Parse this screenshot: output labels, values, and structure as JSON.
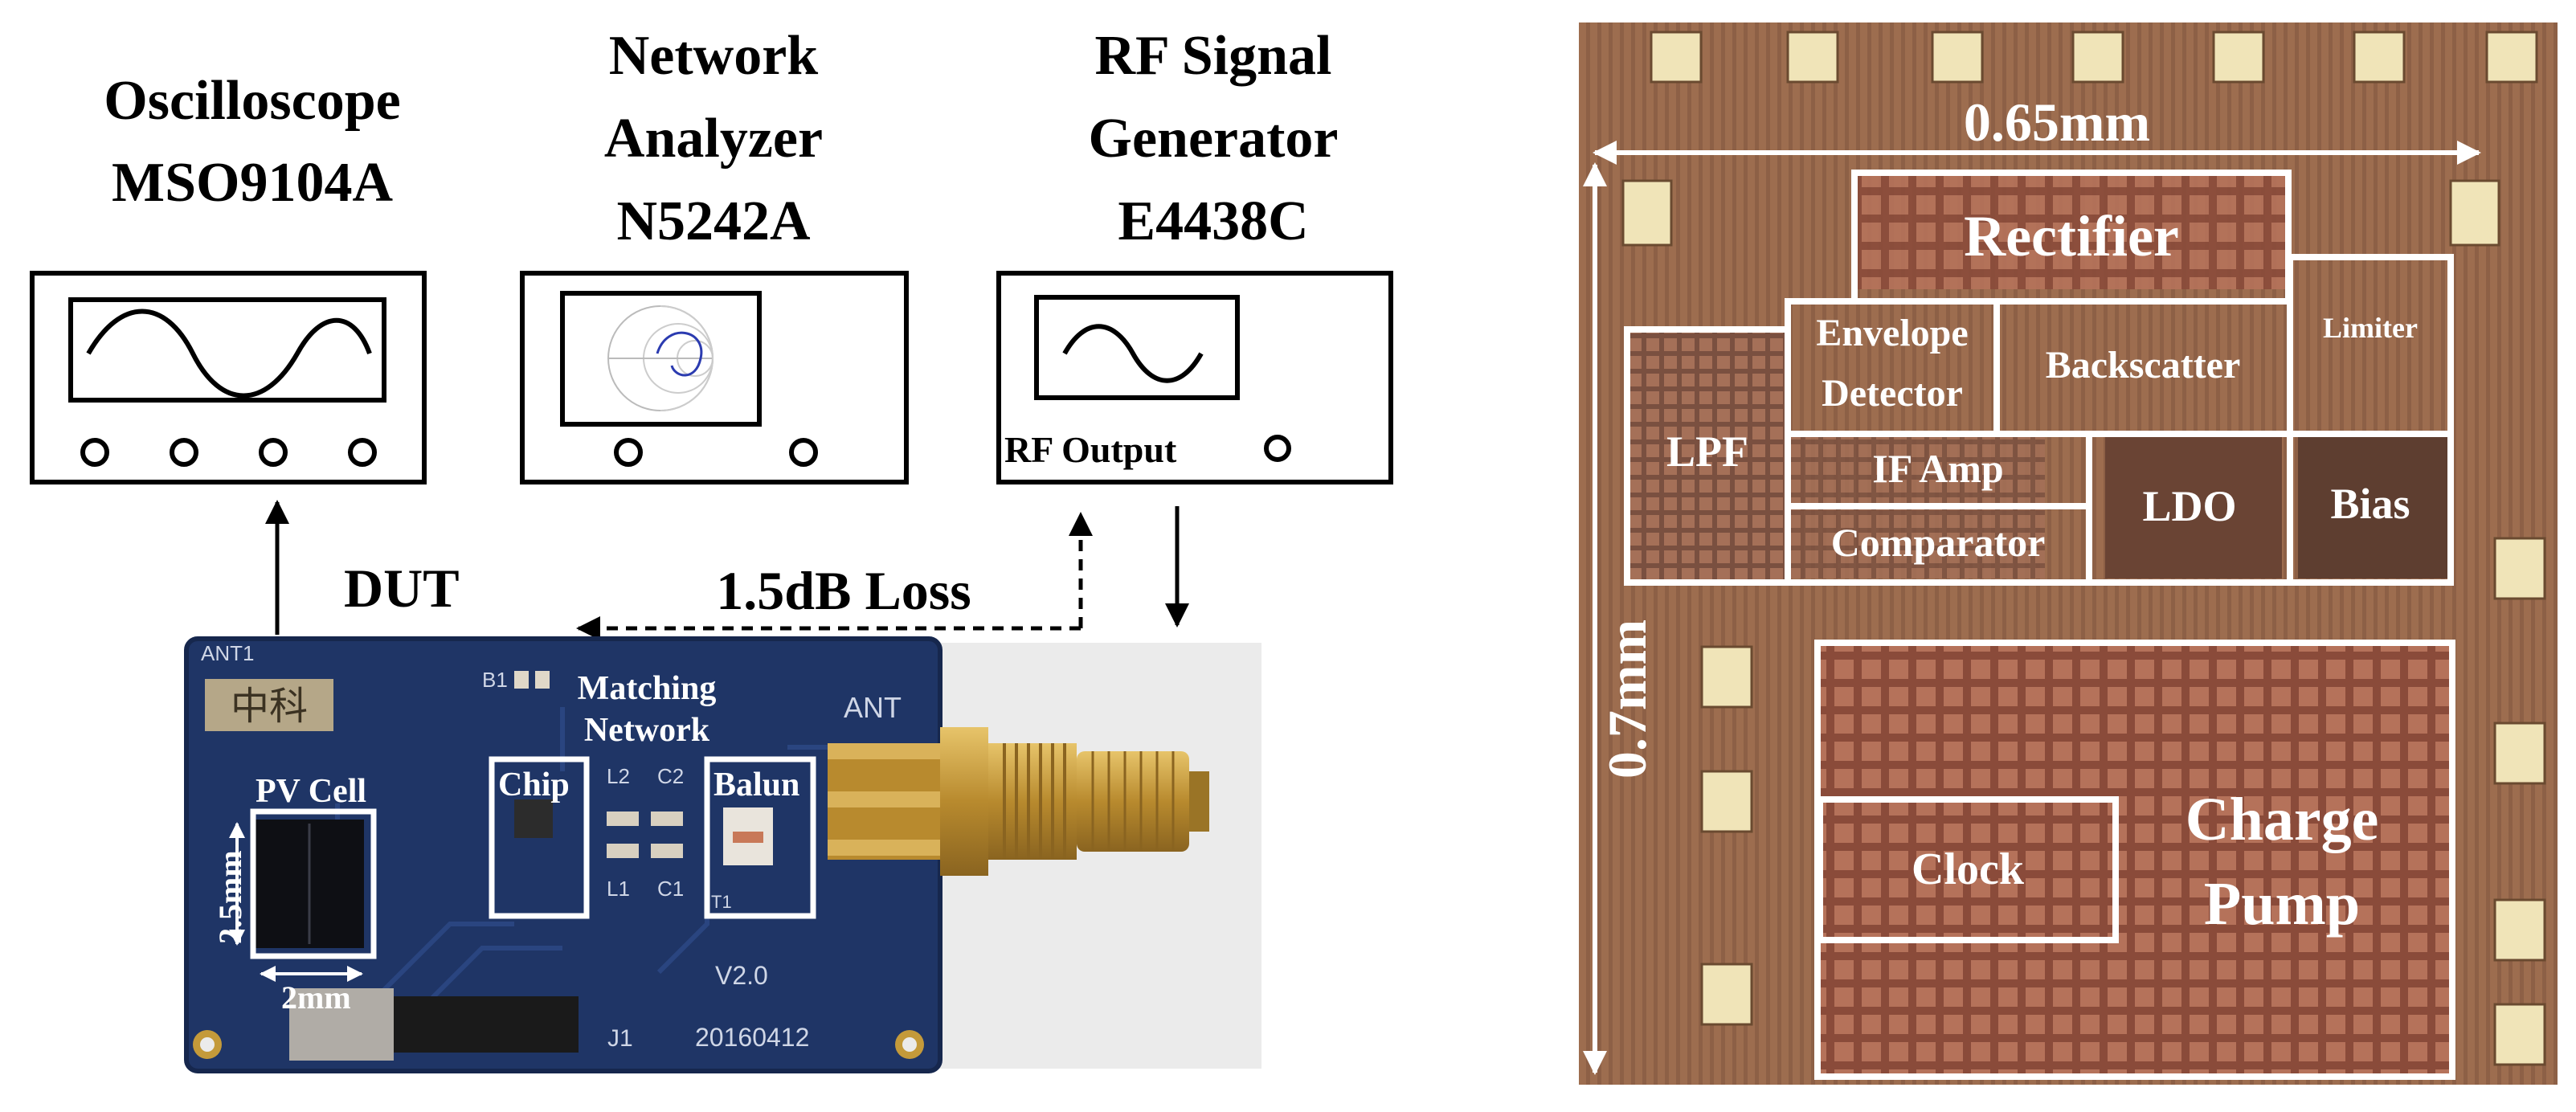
{
  "instruments": {
    "oscilloscope": {
      "line1": "Oscilloscope",
      "line2": "MSO9104A"
    },
    "network_analyzer": {
      "line1": "Network",
      "line2": "Analyzer",
      "line3": "N5242A"
    },
    "signal_generator": {
      "line1": "RF Signal",
      "line2": "Generator",
      "line3": "E4438C",
      "output_label": "RF Output"
    }
  },
  "setup": {
    "dut_label": "DUT",
    "loss_label": "1.5dB Loss"
  },
  "board": {
    "matching_line1": "Matching",
    "matching_line2": "Network",
    "chip_label": "Chip",
    "balun_label": "Balun",
    "pv_label": "PV Cell",
    "pv_height": "2.5mm",
    "pv_width": "2mm",
    "silk_ant1": "ANT1",
    "silk_ant": "ANT",
    "silk_b1": "B1",
    "silk_cn": "中科",
    "silk_l2": "L2",
    "silk_c2": "C2",
    "silk_l1": "L1",
    "silk_c1": "C1",
    "silk_t1": "T1",
    "silk_j1": "J1",
    "silk_version": "V2.0",
    "silk_date": "20160412"
  },
  "die": {
    "width_label": "0.65mm",
    "height_label": "0.7mm",
    "blocks": {
      "rectifier": "Rectifier",
      "envelope_1": "Envelope",
      "envelope_2": "Detector",
      "backscatter": "Backscatter",
      "limiter": "Limiter",
      "lpf": "LPF",
      "if_amp": "IF Amp",
      "comparator": "Comparator",
      "ldo": "LDO",
      "bias": "Bias",
      "clock": "Clock",
      "charge_1": "Charge",
      "charge_2": "Pump"
    }
  },
  "colors": {
    "board_pcb": "#1f3566",
    "die_background": "#a06e4c",
    "die_metal": "#e8d9a6",
    "gold_connector": "#c49a3a"
  }
}
